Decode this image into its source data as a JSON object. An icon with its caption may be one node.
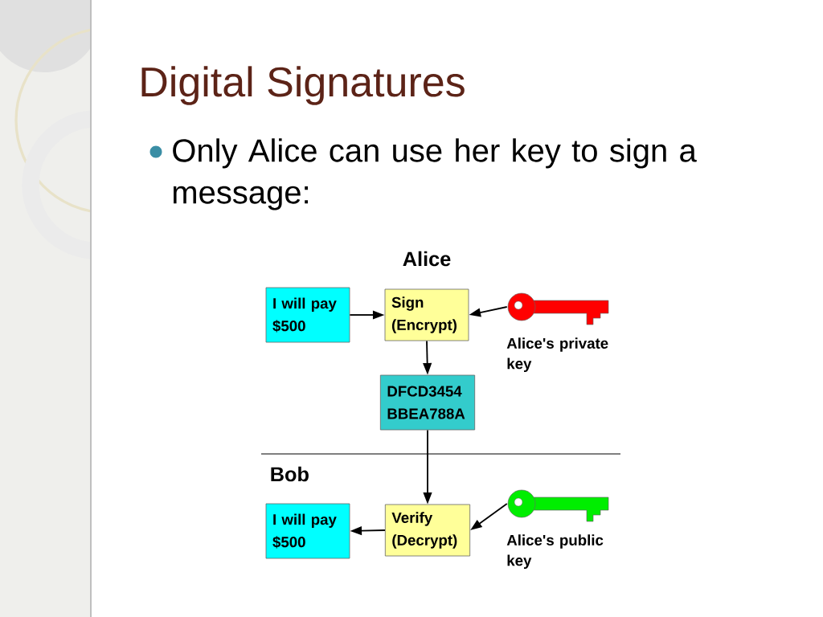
{
  "diagram": {
    "title": "Digital Signatures",
    "nodes": [
      {
        "text": [
          "I will pay $500"
        ]
      },
      {
        "text": [
          "Sign (Encrypt)"
        ]
      },
      {
        "text": [],
        "shape": "key",
        "beside": [
          "Alice's private key"
        ]
      },
      {
        "text": [
          "DFCD3454 BBEA788A"
        ]
      },
      {
        "text": [
          "I will pay $500"
        ]
      },
      {
        "text": [
          "Verify (Decrypt)"
        ]
      },
      {
        "text": [],
        "shape": "key",
        "beside": [
          "Alice's public key"
        ]
      }
    ],
    "edges": [
      {
        "from": 0,
        "to": 1,
        "arrow": "to"
      },
      {
        "from": 2,
        "to": 1,
        "arrow": "to"
      },
      {
        "from": 1,
        "to": 3,
        "arrow": "to"
      },
      {
        "from": 3,
        "to": 5,
        "arrow": "to"
      },
      {
        "from": 5,
        "to": 4,
        "arrow": "to"
      },
      {
        "from": 6,
        "to": 5,
        "arrow": "to"
      }
    ],
    "labels": [
      "Only Alice can use her key to sign a message:",
      "Alice",
      "Bob"
    ]
  }
}
